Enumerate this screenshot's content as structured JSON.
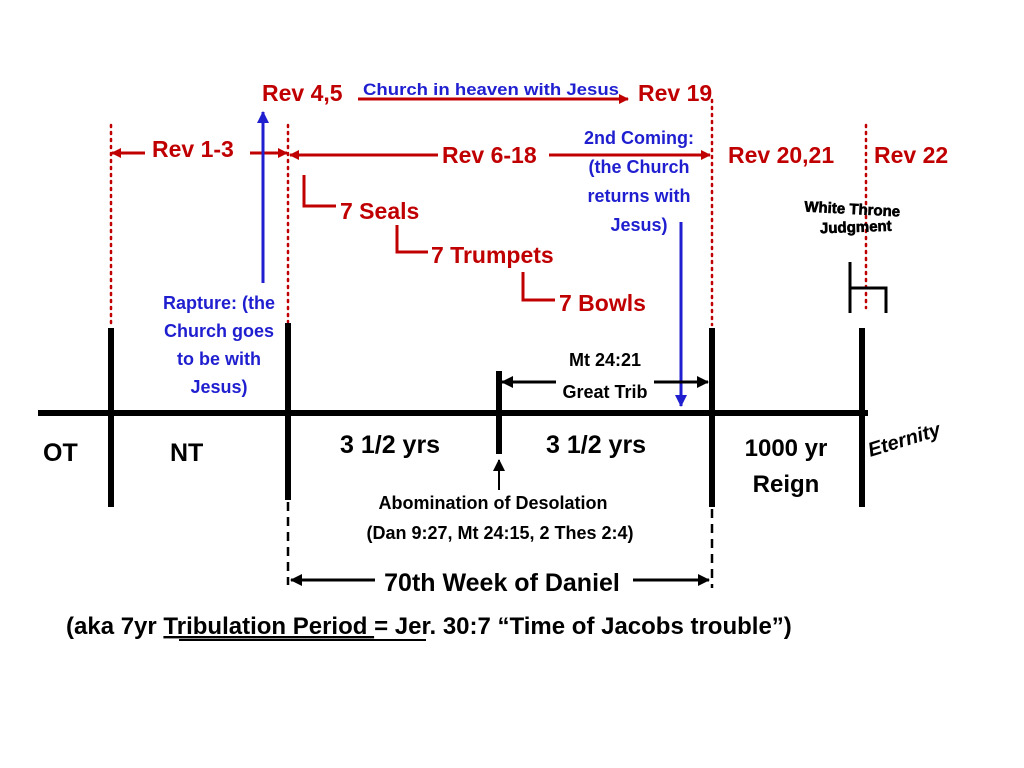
{
  "colors": {
    "red": "#c00000",
    "blue": "#1f1fd0",
    "black": "#000000"
  },
  "top_labels": {
    "rev_4_5": "Rev 4,5",
    "church_in_heaven": "Church in heaven with Jesus",
    "rev_19": "Rev 19",
    "rev_1_3": "Rev 1-3",
    "rev_6_18": "Rev 6-18",
    "rev_20_21": "Rev 20,21",
    "rev_22": "Rev 22"
  },
  "second_coming": [
    "2nd Coming:",
    "(the Church",
    "returns with",
    "Jesus)"
  ],
  "judgments": {
    "seals": "7 Seals",
    "trumpets": "7 Trumpets",
    "bowls": "7 Bowls"
  },
  "white_throne": [
    "White Throne",
    "Judgment"
  ],
  "rapture": [
    "Rapture: (the",
    "Church goes",
    "to be with",
    "Jesus)"
  ],
  "great_trib": [
    "Mt 24:21",
    "Great Trib"
  ],
  "timeline": {
    "ot": "OT",
    "nt": "NT",
    "first_half": "3 1/2 yrs",
    "second_half": "3 1/2 yrs",
    "millennium": [
      "1000 yr",
      "Reign"
    ],
    "eternity": "Eternity"
  },
  "abomination": [
    "Abomination of Desolation",
    "(Dan 9:27, Mt 24:15, 2 Thes 2:4)"
  ],
  "seventieth_week": "70th Week of Daniel",
  "footer": {
    "prefix": "(aka 7yr ",
    "underlined": "Tribulation Period ",
    "suffix": "= Jer. 30:7 “Time of Jacobs trouble”)"
  }
}
